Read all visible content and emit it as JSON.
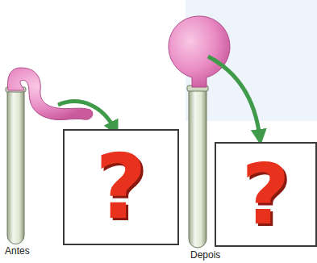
{
  "diagram": {
    "nodes": [
      {
        "text": [
          "?"
        ]
      },
      {
        "text": [
          "?"
        ]
      }
    ],
    "labels": [
      "Antes",
      "Depois"
    ]
  }
}
